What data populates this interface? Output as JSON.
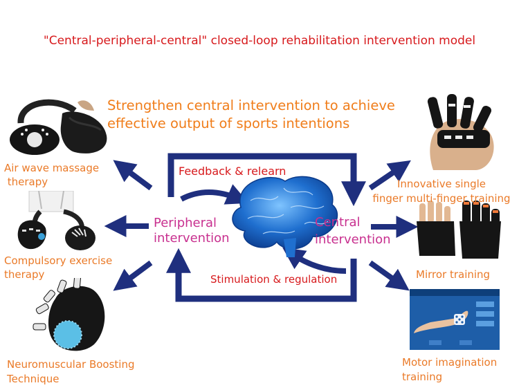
{
  "title": "\"Central-peripheral-central\" closed-loop rehabilitation intervention model",
  "heading": [
    "Strengthen central intervention to achieve",
    "effective output of sports intentions"
  ],
  "loop": {
    "feedback": "Feedback & relearn",
    "stimulation": "Stimulation & regulation",
    "peripheral": [
      "Peripheral",
      "intervention"
    ],
    "central": [
      "Central",
      "intervention"
    ]
  },
  "therapies_left": [
    {
      "lines": [
        "Air wave massage",
        " therapy"
      ],
      "icon": "air-wave-massager-glove-icon"
    },
    {
      "lines": [
        "Compulsory exercise",
        "therapy"
      ],
      "icon": "compulsory-exercise-glove-icon"
    },
    {
      "lines": [
        "Neuromuscular Boosting",
        "Technique"
      ],
      "icon": "neuromuscular-boosting-glove-icon"
    }
  ],
  "trainings_right": [
    {
      "lines": [
        "Innovative single",
        "finger multi-finger training"
      ],
      "icon": "robotic-finger-glove-icon"
    },
    {
      "lines": [
        "Mirror training"
      ],
      "icon": "mirror-training-gloves-icon"
    },
    {
      "lines": [
        "Motor imagination",
        "training"
      ],
      "icon": "motor-imagination-screen-icon"
    }
  ],
  "colors": {
    "title": "#d7191c",
    "heading": "#f07d1a",
    "label_orange": "#ea7a28",
    "feedback": "#d7191c",
    "peripheral": "#c8308f",
    "arrow": "#1f2f7e",
    "brain": "#1f6fcf"
  }
}
